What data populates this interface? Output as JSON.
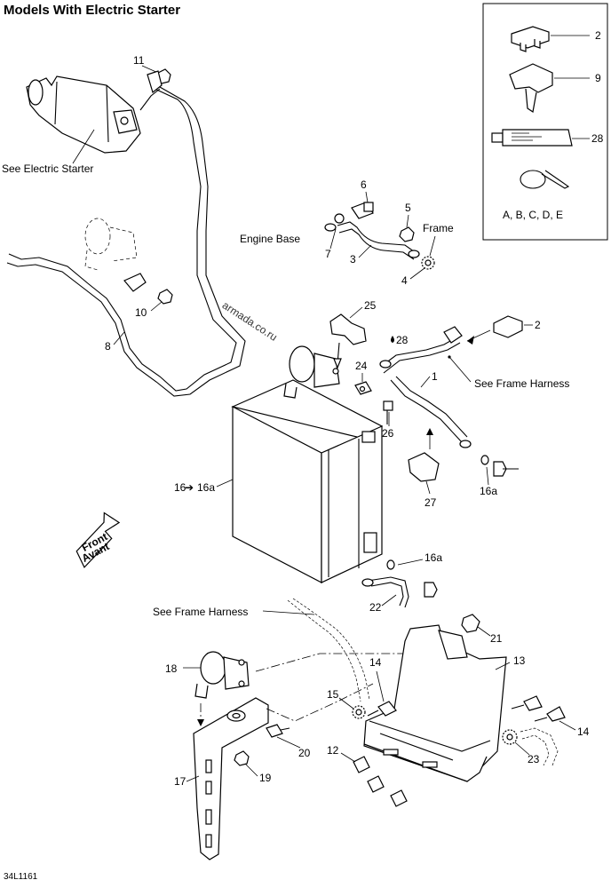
{
  "header": {
    "title": "Models With Electric Starter"
  },
  "footer": {
    "reference": "34L1161"
  },
  "legend_box": {
    "items": [
      {
        "number": "2",
        "icon": "fuse-icon"
      },
      {
        "number": "9",
        "icon": "clip-icon"
      },
      {
        "number": "28",
        "icon": "grease-tube-icon"
      },
      {
        "number": "A, B, C, D, E",
        "icon": "cable-tie-icon"
      }
    ]
  },
  "labels": {
    "see_electric_starter": "See Electric Starter",
    "engine_base": "Engine Base",
    "frame": "Frame",
    "see_frame_harness_1": "See Frame Harness",
    "see_frame_harness_2": "See Frame Harness",
    "front_en": "Front",
    "front_fr": "Avant"
  },
  "callouts": {
    "c1": "1",
    "c2": "2",
    "c3": "3",
    "c4": "4",
    "c5": "5",
    "c6": "6",
    "c7": "7",
    "c8": "8",
    "c10": "10",
    "c11": "11",
    "c12": "12",
    "c13": "13",
    "c14a": "14",
    "c14b": "14",
    "c15": "15",
    "c16": "16",
    "c16a": "16a",
    "c16a2": "16a",
    "c16a3": "16a",
    "c17": "17",
    "c18": "18",
    "c19": "19",
    "c20": "20",
    "c21": "21",
    "c22": "22",
    "c23": "23",
    "c24": "24",
    "c25": "25",
    "c26": "26",
    "c27": "27",
    "c28": "28"
  },
  "watermark": "armada.co.ru"
}
